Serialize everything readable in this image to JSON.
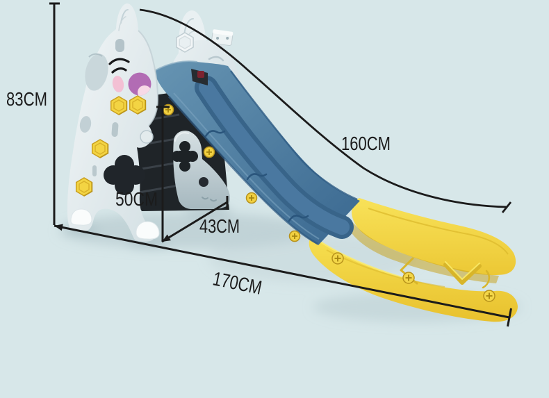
{
  "scene": {
    "type": "product-dimension-diagram",
    "subject": "Children's slide with climbing ladder shown from the side with size annotations",
    "background_color": "#d7e7e9",
    "annotation_color": "#1b1b1b"
  },
  "product": {
    "parts": {
      "slide_chute": {
        "name": "blue slide chute",
        "color": "#4a7ba2"
      },
      "slide_end_section": {
        "name": "yellow slide end section",
        "color": "#f2d545"
      },
      "side_panels": {
        "name": "light cartoon side panels",
        "color": "#e9f0f2"
      },
      "ladder_steps": {
        "name": "dark climbing steps",
        "color": "#23282c"
      },
      "hex_knobs": {
        "name": "yellow hexagon knobs",
        "color": "#f3d443"
      },
      "screws": {
        "name": "yellow screws",
        "color": "#f1d041"
      },
      "face": {
        "name": "cartoon face",
        "blush_color": "#f3c0d4",
        "eye_color": "#b26cb4",
        "eye_highlight_color": "#f7d9e6"
      }
    }
  },
  "dimensions": {
    "height": {
      "label": "83CM"
    },
    "slide_length": {
      "label": "160CM"
    },
    "platform_height": {
      "label": "50CM"
    },
    "ladder_depth": {
      "label": "43CM"
    },
    "total_length": {
      "label": "170CM"
    }
  }
}
